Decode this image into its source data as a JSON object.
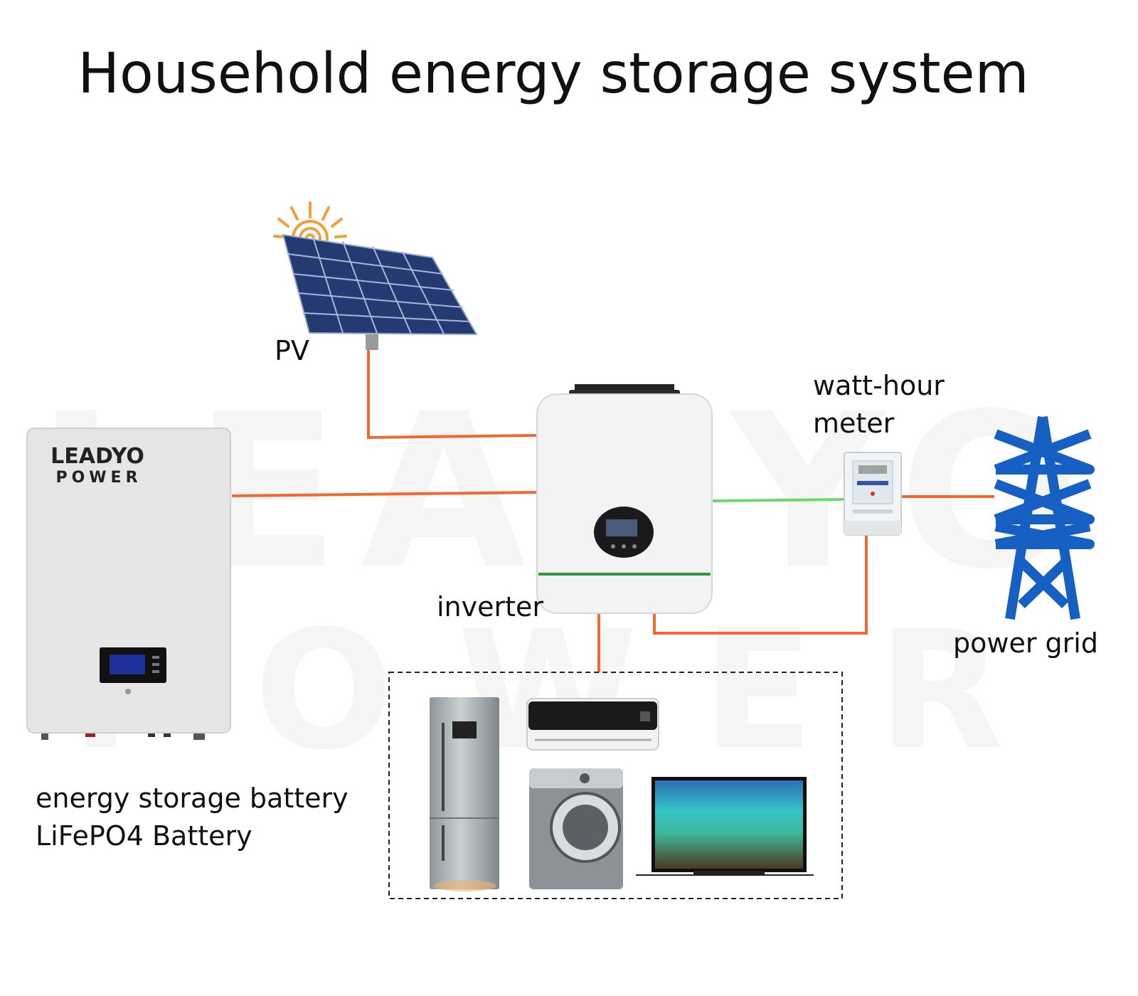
{
  "title": "Household energy storage system",
  "labels": {
    "pv": "PV",
    "watt_hour_meter_line1": "watt-hour",
    "watt_hour_meter_line2": "meter",
    "inverter": "inverter",
    "power_grid": "power grid",
    "battery_line1": "energy storage battery",
    "battery_line2": "LiFePO4 Battery"
  },
  "battery_logo": {
    "line1": "LEADYO",
    "line2": "POWER"
  },
  "watermark": {
    "line1": "LEADYO",
    "line2": "POWER"
  },
  "colors": {
    "dc_line": "#ef6a33",
    "ac_line": "#6ed86e",
    "grid_tower": "#1660c4",
    "panel": "#233a73",
    "sun": "#f0a23a",
    "battery_body": "#e6e6e6",
    "inverter_body": "#f3f3f3",
    "inverter_stripe": "#2f9b3a",
    "screen": "#1d2f9a"
  },
  "icons": {
    "pv": "solar-panel-icon",
    "sun": "sun-icon",
    "inverter": "inverter-icon",
    "meter": "watt-hour-meter-icon",
    "grid": "power-tower-icon",
    "battery": "battery-icon",
    "refrigerator": "refrigerator-icon",
    "air_conditioner": "air-conditioner-icon",
    "washing_machine": "washing-machine-icon",
    "television": "television-icon"
  }
}
